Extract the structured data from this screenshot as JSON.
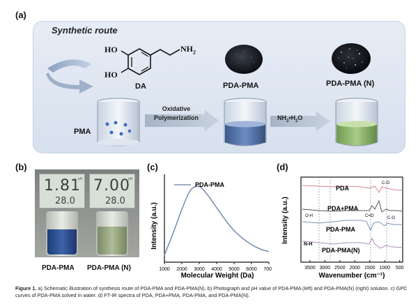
{
  "panel_a": {
    "label": "(a)",
    "title": "Synthetic route",
    "da_label": "DA",
    "chem_ho_top": "HO",
    "chem_ho_bottom": "HO",
    "chem_nh2": "NH",
    "chem_nh2_sub": "2",
    "pda_pma_label": "PDA-PMA",
    "pda_pma_n_label": "PDA-PMA (N)",
    "pma_label": "PMA",
    "arrow1_line1": "Oxidative",
    "arrow1_line2": "Polymerization",
    "arrow2_label": "NH",
    "arrow2_sub": "3",
    "arrow2_rest": "•H",
    "arrow2_sub2": "2",
    "arrow2_tail": "O"
  },
  "panel_b": {
    "label": "(b)",
    "reading1_ph": "1.81",
    "reading1_temp": "28.0",
    "reading2_ph": "7.00",
    "reading2_temp": "28.0",
    "caption1": "PDA-PMA",
    "caption2": "PDA-PMA (N)"
  },
  "panel_c": {
    "label": "(c)",
    "chart_data": {
      "type": "line",
      "series": [
        {
          "name": "PDA-PMA",
          "x": [
            1000,
            1500,
            2000,
            2500,
            3000,
            3500,
            4000,
            4500,
            5000,
            5500,
            6000,
            6500,
            7000
          ],
          "y": [
            0.08,
            0.33,
            0.6,
            0.82,
            0.86,
            0.76,
            0.62,
            0.48,
            0.36,
            0.27,
            0.2,
            0.15,
            0.12
          ]
        }
      ],
      "xlabel": "Molecular Weight  (Da)",
      "ylabel": "Intensity (a.u.)",
      "xlim": [
        1000,
        7000
      ],
      "ylim": [
        0,
        1
      ],
      "xticks": [
        "1000",
        "2000",
        "3000",
        "4000",
        "5000",
        "6000",
        "7000"
      ],
      "color": "#7b93b3"
    }
  },
  "panel_d": {
    "label": "(d)",
    "chart_data": {
      "type": "line",
      "xlabel": "Wavenumber (cm⁻¹)",
      "ylabel": "Intensity (a.u.)",
      "xlim": [
        3800,
        400
      ],
      "xticks": [
        "3500",
        "3000",
        "2500",
        "2000",
        "1500",
        "1000",
        "500"
      ],
      "series": [
        {
          "name": "PDA",
          "color": "#d9858a"
        },
        {
          "name": "PDA+PMA",
          "color": "#555555"
        },
        {
          "name": "PDA-PMA",
          "color": "#7b93b3"
        },
        {
          "name": "PDA-PMA(N)",
          "color": "#a88eb8"
        }
      ],
      "annotations": [
        "C-O",
        "O-H",
        "C=O",
        "C-O",
        "N-H"
      ]
    }
  },
  "caption": {
    "fig": "Figure 1.",
    "text": "a) Schematic illustration of synthesis route of PDA-PMA and PDA-PMA(N). b) Photograph and pH value of PDA-PMA (left) and PDA-PMA(N) (right) solution. c) GPC curves of PDA-PMA solved in water. d) FT-IR spectra of PDA, PDA+PMA, PDA-PMA, and PDA-PMA(N)."
  }
}
